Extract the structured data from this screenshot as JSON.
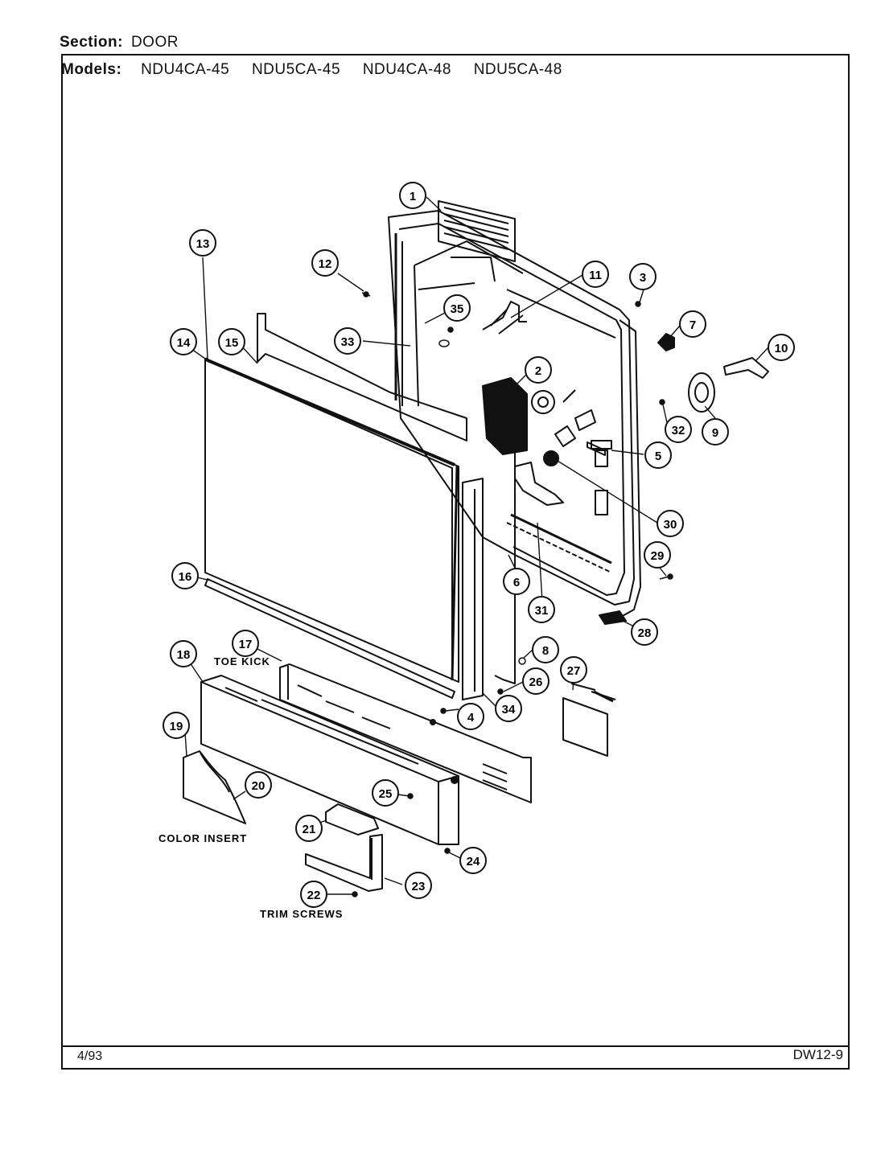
{
  "header": {
    "section_label": "Section:",
    "section_value": "DOOR",
    "models_label": "Models:",
    "models": [
      "NDU4CA-45",
      "NDU5CA-45",
      "NDU4CA-48",
      "NDU5CA-48"
    ]
  },
  "footer": {
    "date": "4/93",
    "code": "DW12-9"
  },
  "labels": {
    "toe_kick": "TOE KICK",
    "color_insert": "COLOR INSERT",
    "trim_screws": "TRIM SCREWS"
  },
  "callouts": [
    "1",
    "2",
    "3",
    "4",
    "5",
    "6",
    "7",
    "8",
    "9",
    "10",
    "11",
    "12",
    "13",
    "14",
    "15",
    "16",
    "17",
    "18",
    "19",
    "20",
    "21",
    "22",
    "23",
    "24",
    "25",
    "26",
    "27",
    "28",
    "29",
    "30",
    "31",
    "32",
    "33",
    "34",
    "35"
  ]
}
